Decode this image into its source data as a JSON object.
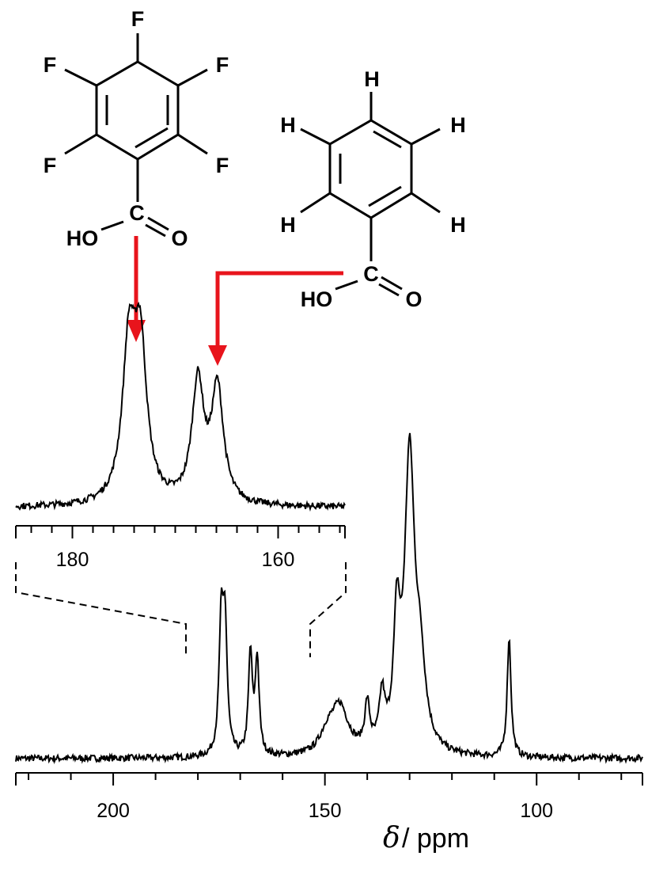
{
  "molecules": {
    "pentafluorobenzoic_acid": {
      "ring_substituents": [
        "F",
        "F",
        "F",
        "F",
        "F"
      ],
      "carbonyl_carbon": "C",
      "hydroxyl": "HO",
      "oxygen": "O",
      "line_color": "#000000"
    },
    "benzoic_acid": {
      "ring_substituents": [
        "H",
        "H",
        "H",
        "H",
        "H"
      ],
      "carbonyl_carbon": "C",
      "hydroxyl": "HO",
      "oxygen": "O",
      "line_color": "#000000"
    },
    "arrow_color": "#e8141c"
  },
  "chart_data": [
    {
      "type": "line",
      "panel": "main",
      "xlabel_symbol": "δ",
      "xlabel_text": "/ ppm",
      "x_reversed": true,
      "xlim": [
        223,
        75
      ],
      "ylim": [
        0,
        1
      ],
      "major_ticks": [
        200,
        150,
        100
      ],
      "minor_tick_step": 10,
      "tick_labels": [
        "200",
        "150",
        "100"
      ],
      "grid": false,
      "line_color": "#000000",
      "peaks": [
        {
          "ppm": 174.5,
          "height": 0.42,
          "width": 0.6
        },
        {
          "ppm": 173.6,
          "height": 0.42,
          "width": 0.6
        },
        {
          "ppm": 167.6,
          "height": 0.34,
          "width": 0.55
        },
        {
          "ppm": 166.0,
          "height": 0.32,
          "width": 0.55
        },
        {
          "ppm": 146.5,
          "height": 0.16,
          "width": 2.5
        },
        {
          "ppm": 149.5,
          "height": 0.06,
          "width": 2.0
        },
        {
          "ppm": 140.0,
          "height": 0.15,
          "width": 0.7
        },
        {
          "ppm": 136.5,
          "height": 0.17,
          "width": 0.8
        },
        {
          "ppm": 133.0,
          "height": 0.4,
          "width": 0.9
        },
        {
          "ppm": 130.0,
          "height": 0.98,
          "width": 1.4
        },
        {
          "ppm": 127.5,
          "height": 0.25,
          "width": 1.5
        },
        {
          "ppm": 106.5,
          "height": 0.4,
          "width": 0.55
        }
      ]
    },
    {
      "type": "line",
      "panel": "inset",
      "x_reversed": true,
      "xlim": [
        185.5,
        153.5
      ],
      "ylim": [
        0,
        1
      ],
      "major_ticks": [
        180,
        160
      ],
      "minor_tick_step": 2,
      "tick_labels": [
        "180",
        "160"
      ],
      "grid": false,
      "line_color": "#000000",
      "peaks": [
        {
          "ppm": 174.5,
          "height": 0.92,
          "width": 0.75
        },
        {
          "ppm": 173.4,
          "height": 0.92,
          "width": 0.75
        },
        {
          "ppm": 167.8,
          "height": 0.74,
          "width": 0.7
        },
        {
          "ppm": 165.9,
          "height": 0.7,
          "width": 0.7
        }
      ]
    }
  ]
}
